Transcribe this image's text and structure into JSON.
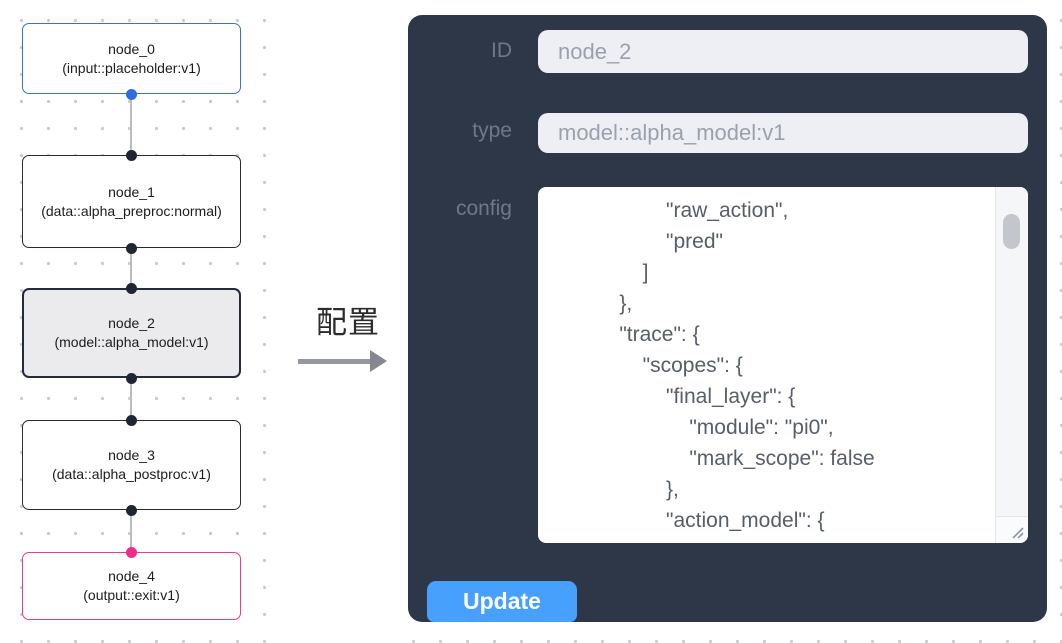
{
  "graph": {
    "nodes": [
      {
        "id": "node_0",
        "label": "node_0",
        "type_line": "(input::placeholder:v1)"
      },
      {
        "id": "node_1",
        "label": "node_1",
        "type_line": "(data::alpha_preproc:normal)"
      },
      {
        "id": "node_2",
        "label": "node_2",
        "type_line": "(model::alpha_model:v1)"
      },
      {
        "id": "node_3",
        "label": "node_3",
        "type_line": "(data::alpha_postproc:v1)"
      },
      {
        "id": "node_4",
        "label": "node_4",
        "type_line": "(output::exit:v1)"
      }
    ],
    "colors": {
      "input_accent": "#3a70d3",
      "output_accent": "#ec3a8c",
      "node_border": "#252b3a",
      "selected_bg": "#ebebed",
      "edge": "#b9bdc3"
    }
  },
  "transfer": {
    "label": "配置"
  },
  "panel": {
    "bg": "#2d3748",
    "accent": "#47a0fb",
    "id_field": {
      "label": "ID",
      "value": "node_2"
    },
    "type_field": {
      "label": "type",
      "value": "model::alpha_model:v1"
    },
    "config_field": {
      "label": "config",
      "value": "            \"raw_action\",\n            \"pred\"\n        ]\n    },\n    \"trace\": {\n        \"scopes\": {\n            \"final_layer\": {\n                \"module\": \"pi0\",\n                \"mark_scope\": false\n            },\n            \"action_model\": {"
    },
    "update_label": "Update"
  }
}
